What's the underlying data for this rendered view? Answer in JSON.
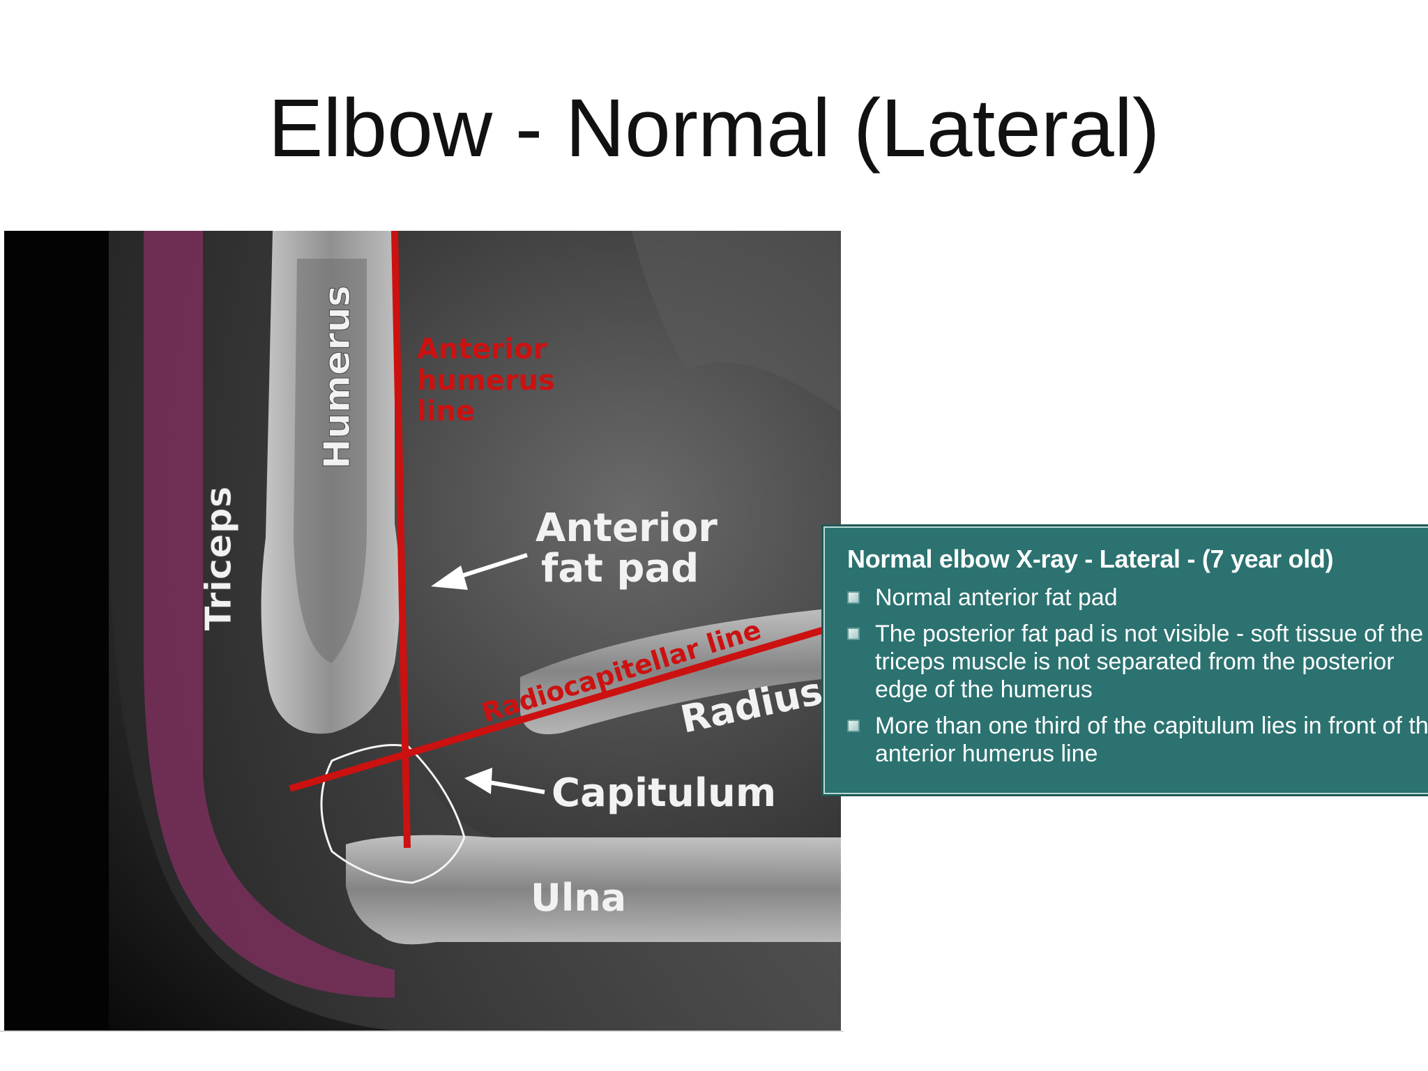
{
  "slide": {
    "title": "Elbow - Normal (Lateral)"
  },
  "xray": {
    "labels": {
      "triceps": "Triceps",
      "humerus": "Humerus",
      "anterior_humerus_line_1": "Anterior",
      "anterior_humerus_line_2": "humerus",
      "anterior_humerus_line_3": "line",
      "anterior_fat_pad_1": "Anterior",
      "anterior_fat_pad_2": "fat pad",
      "radiocapitellar_line": "Radiocapitellar line",
      "radius": "Radius",
      "capitulum": "Capitulum",
      "ulna": "Ulna"
    },
    "colors": {
      "annotation_red": "#cc1111",
      "triceps_overlay": "#7a2f5c",
      "label_white": "#f2f2f2"
    }
  },
  "info_box": {
    "heading": "Normal elbow X-ray - Lateral - (7 year old)",
    "items": [
      {
        "text": "Normal anterior fat pad"
      },
      {
        "text": "The posterior fat pad is not visible - soft tissue of the triceps muscle is not separated from the posterior edge of the humerus"
      },
      {
        "text": "More than one third of the capitulum lies in front of the anterior humerus line"
      }
    ],
    "colors": {
      "background": "#2b7270",
      "text": "#ffffff"
    }
  }
}
